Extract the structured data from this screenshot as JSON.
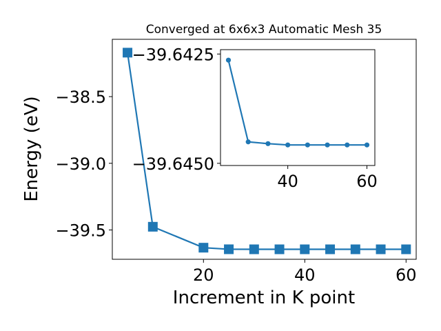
{
  "chart_data": [
    {
      "type": "line",
      "title": "Converged at 6x6x3 Automatic Mesh 35",
      "xlabel": "Increment in K point",
      "ylabel": "Energy (eV)",
      "xlim": [
        2,
        62
      ],
      "ylim": [
        -39.72,
        -38.07
      ],
      "xticks": [
        20,
        40,
        60
      ],
      "yticks": [
        -38.5,
        -39.0,
        -39.5
      ],
      "ytick_labels": [
        "−38.5",
        "−39.0",
        "−39.5"
      ],
      "marker": "square",
      "color": "#1f77b4",
      "x": [
        5,
        10,
        20,
        25,
        30,
        35,
        40,
        45,
        50,
        55,
        60
      ],
      "y": [
        -38.17,
        -39.476,
        -39.633,
        -39.6448,
        -39.6451,
        -39.6451,
        -39.6451,
        -39.6451,
        -39.6451,
        -39.6451,
        -39.6451
      ]
    },
    {
      "type": "line",
      "inset": true,
      "xlim": [
        23,
        62
      ],
      "ylim": [
        -39.64505,
        -39.6424
      ],
      "xticks": [
        40,
        60
      ],
      "yticks": [
        -39.645,
        -39.6425
      ],
      "ytick_labels": [
        "−39.6450",
        "−39.6425"
      ],
      "marker": "circle",
      "color": "#1f77b4",
      "x": [
        25,
        30,
        35,
        40,
        45,
        50,
        55,
        60
      ],
      "y": [
        -39.64264,
        -39.64451,
        -39.64455,
        -39.64458,
        -39.64458,
        -39.64458,
        -39.64458,
        -39.64458
      ]
    }
  ]
}
